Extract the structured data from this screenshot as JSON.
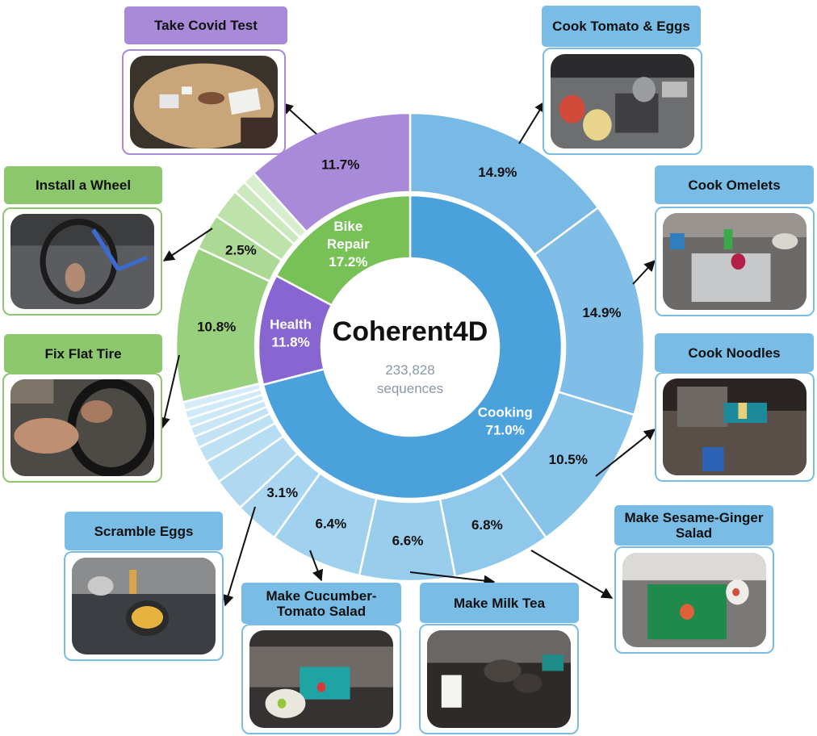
{
  "chart_data": {
    "type": "pie",
    "title": "Coherent4D",
    "subtitle_count": "233,828",
    "subtitle_unit": "sequences",
    "inner_ring": [
      {
        "name": "Cooking",
        "value": 71.0,
        "label": "71.0%",
        "color": "#4aa1dc"
      },
      {
        "name": "Health",
        "value": 11.8,
        "label": "11.8%",
        "color": "#8766d1"
      },
      {
        "name": "Bike Repair",
        "value": 17.2,
        "label": "17.2%",
        "color": "#77c157"
      }
    ],
    "outer_ring": [
      {
        "category": "Cooking",
        "value": 14.9,
        "label": "14.9%",
        "color": "#78b9e5"
      },
      {
        "category": "Cooking",
        "value": 14.9,
        "label": "14.9%",
        "color": "#80bee7"
      },
      {
        "category": "Cooking",
        "value": 10.5,
        "label": "10.5%",
        "color": "#88c3e9"
      },
      {
        "category": "Cooking",
        "value": 6.8,
        "label": "6.8%",
        "color": "#90c8eb"
      },
      {
        "category": "Cooking",
        "value": 6.6,
        "label": "6.6%",
        "color": "#98cdec"
      },
      {
        "category": "Cooking",
        "value": 6.4,
        "label": "6.4%",
        "color": "#a0d1ee"
      },
      {
        "category": "Cooking",
        "value": 3.1,
        "label": "3.1%",
        "color": "#a8d5f0"
      },
      {
        "category": "Cooking",
        "value": 2.3,
        "label": "",
        "color": "#b0d9f1"
      },
      {
        "category": "Cooking",
        "value": 1.6,
        "label": "",
        "color": "#b7ddf2"
      },
      {
        "category": "Cooking",
        "value": 1.1,
        "label": "",
        "color": "#bde0f3"
      },
      {
        "category": "Cooking",
        "value": 0.8,
        "label": "",
        "color": "#c3e3f4"
      },
      {
        "category": "Cooking",
        "value": 0.7,
        "label": "",
        "color": "#c8e6f5"
      },
      {
        "category": "Cooking",
        "value": 0.6,
        "label": "",
        "color": "#cde8f6"
      },
      {
        "category": "Cooking",
        "value": 0.6,
        "label": "",
        "color": "#d1eaf7"
      },
      {
        "category": "Cooking",
        "value": 0.6,
        "label": "",
        "color": "#d5ecf8"
      },
      {
        "category": "Bike Repair",
        "value": 10.8,
        "label": "10.8%",
        "color": "#99d07e"
      },
      {
        "category": "Bike Repair",
        "value": 2.5,
        "label": "2.5%",
        "color": "#acd994"
      },
      {
        "category": "Bike Repair",
        "value": 2.1,
        "label": "",
        "color": "#bde2aa"
      },
      {
        "category": "Bike Repair",
        "value": 0.9,
        "label": "",
        "color": "#cbe9bd"
      },
      {
        "category": "Bike Repair",
        "value": 0.9,
        "label": "",
        "color": "#d8efcf"
      },
      {
        "category": "Health",
        "value": 11.7,
        "label": "11.7%",
        "color": "#a88ad9"
      }
    ]
  },
  "callouts": [
    {
      "id": "take-covid-test",
      "label": "Take Covid Test",
      "category": "health"
    },
    {
      "id": "cook-tomato-eggs",
      "label": "Cook Tomato & Eggs",
      "category": "cook"
    },
    {
      "id": "install-wheel",
      "label": "Install a Wheel",
      "category": "bike"
    },
    {
      "id": "cook-omelets",
      "label": "Cook Omelets",
      "category": "cook"
    },
    {
      "id": "fix-flat-tire",
      "label": "Fix Flat Tire",
      "category": "bike"
    },
    {
      "id": "cook-noodles",
      "label": "Cook Noodles",
      "category": "cook"
    },
    {
      "id": "scramble-eggs",
      "label": "Scramble Eggs",
      "category": "cook"
    },
    {
      "id": "make-sesame-ginger-salad",
      "label": "Make Sesame-Ginger Salad",
      "category": "cook"
    },
    {
      "id": "make-cucumber-tomato-salad",
      "label": "Make Cucumber-Tomato Salad",
      "category": "cook"
    },
    {
      "id": "make-milk-tea",
      "label": "Make Milk Tea",
      "category": "cook"
    }
  ]
}
